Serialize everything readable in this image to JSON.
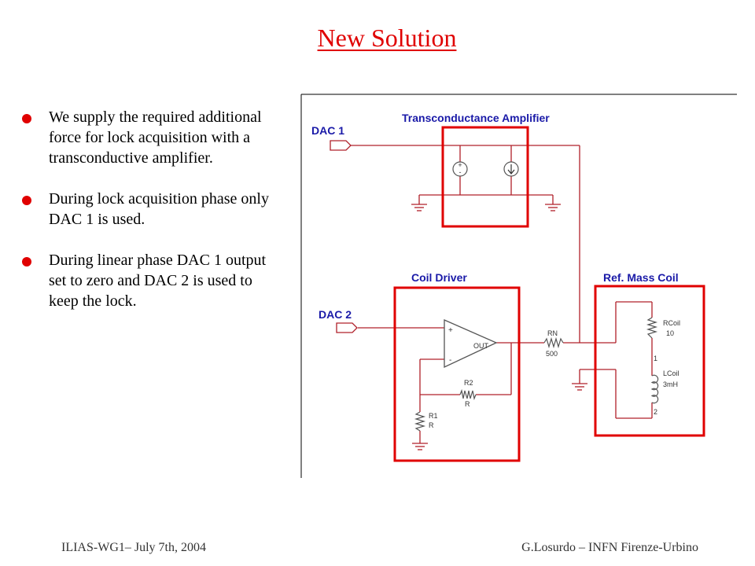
{
  "slide": {
    "title": "New Solution",
    "bullets": [
      "We supply the required additional force for lock acquisition with a transconductive amplifier.",
      "During lock acquisition phase only DAC 1 is used.",
      "During linear phase DAC 1 output set to zero and DAC 2 is used to keep the lock."
    ],
    "footer_left": "ILIAS-WG1– July 7th, 2004",
    "footer_right": "G.Losurdo – INFN Firenze-Urbino"
  },
  "schematic": {
    "dac1": "DAC 1",
    "dac2": "DAC 2",
    "transconductance_label": "Transconductance Amplifier",
    "coil_driver_label": "Coil Driver",
    "ref_mass_coil_label": "Ref. Mass Coil",
    "opamp_plus": "+",
    "opamp_minus": "-",
    "opamp_out": "OUT",
    "rn_name": "RN",
    "rn_value": "500",
    "r2_name": "R2",
    "r2_value": "R",
    "r1_name": "R1",
    "r1_value": "R",
    "rcoil_name": "RCoil",
    "rcoil_value": "10",
    "lcoil_name": "LCoil",
    "lcoil_value": "3mH",
    "pin1": "1",
    "pin2": "2",
    "highlight_color": "#e00000",
    "label_color": "#1a1aa8",
    "wire_color": "#b0202a"
  }
}
